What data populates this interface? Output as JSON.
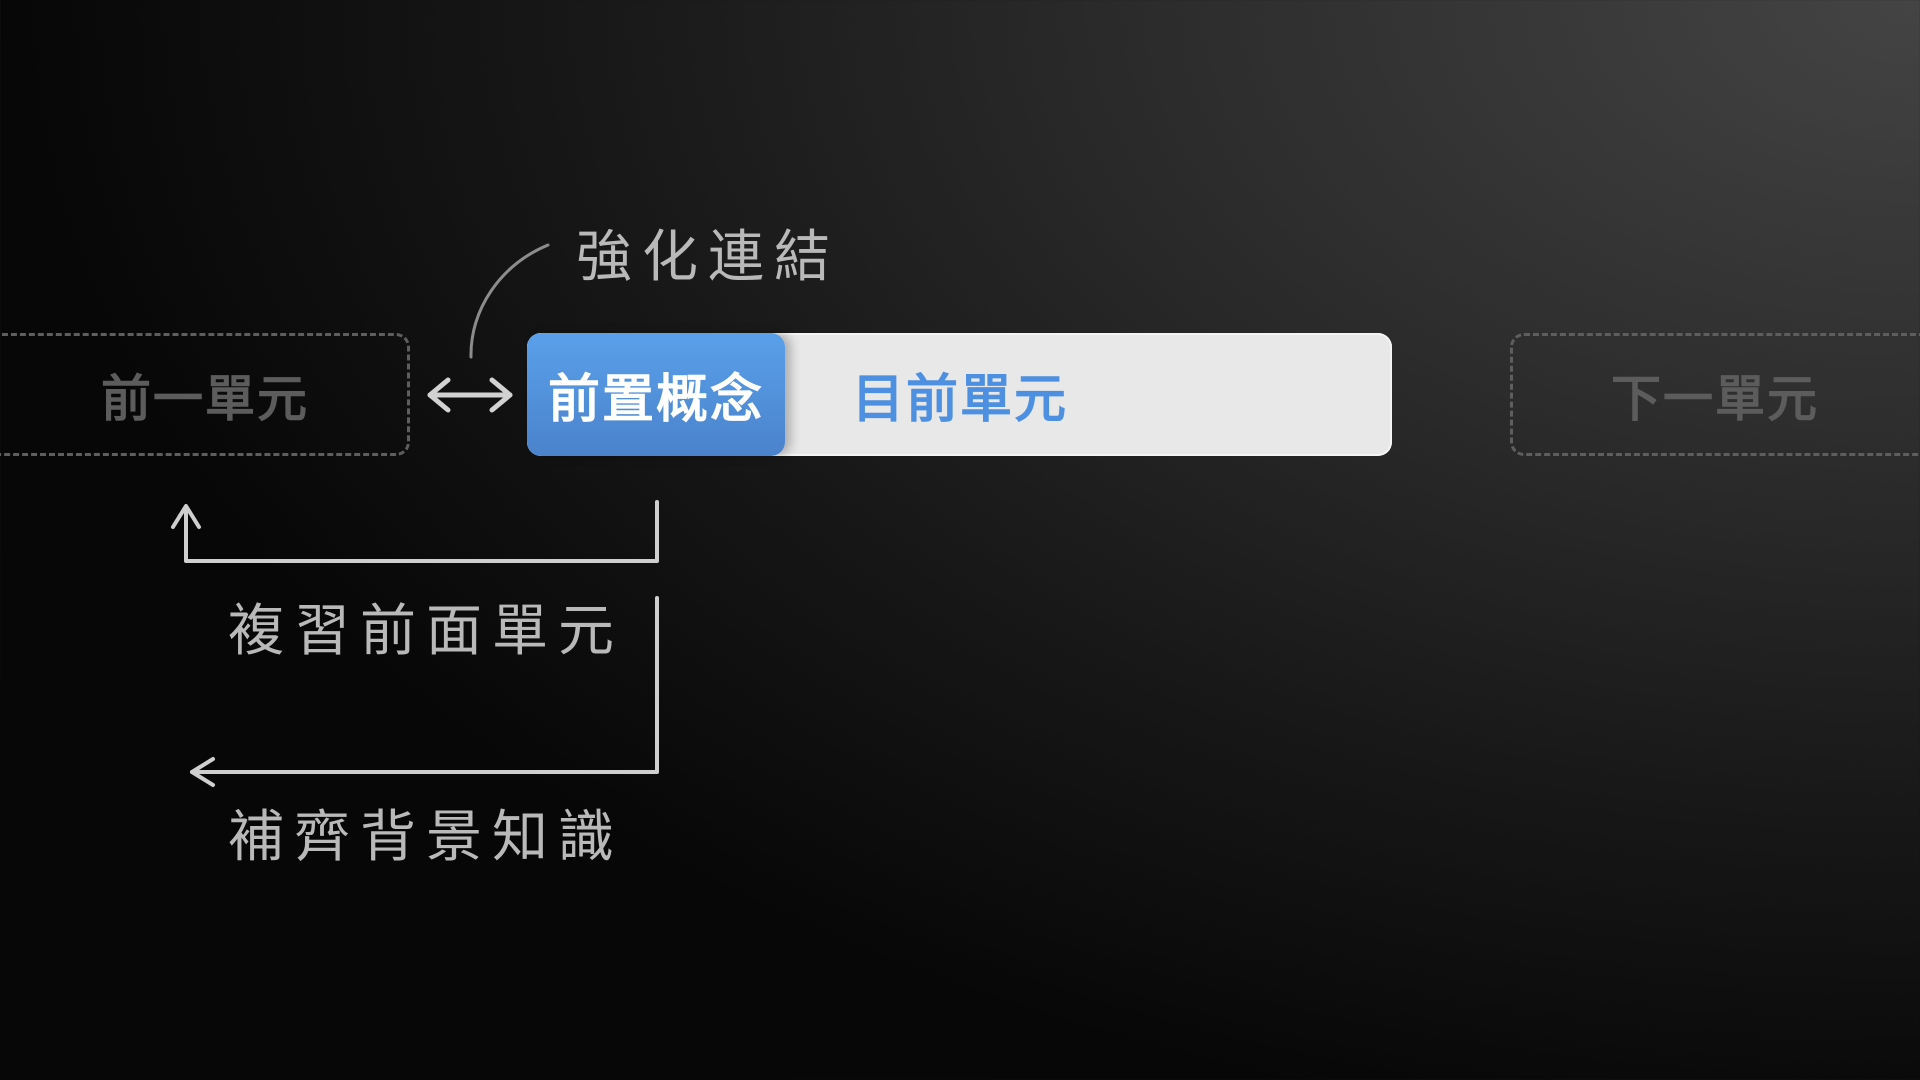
{
  "units": {
    "previous": "前一單元",
    "prerequisite": "前置概念",
    "current": "目前單元",
    "next": "下一單元"
  },
  "annotations": {
    "reinforce": "強化連結",
    "review": "複習前面單元",
    "supplement": "補齊背景知識"
  },
  "colors": {
    "prerequisite_fill": "#5a9be8",
    "current_text": "#4d8fe0",
    "current_fill": "#e8e8e8",
    "dashed_border": "#5e5e5e",
    "annotation_text": "#b9b9b9"
  },
  "icons": {
    "bidirectional": "double-arrow-icon",
    "review_arrow": "up-arrow-icon",
    "supplement_arrow": "left-arrow-icon"
  }
}
